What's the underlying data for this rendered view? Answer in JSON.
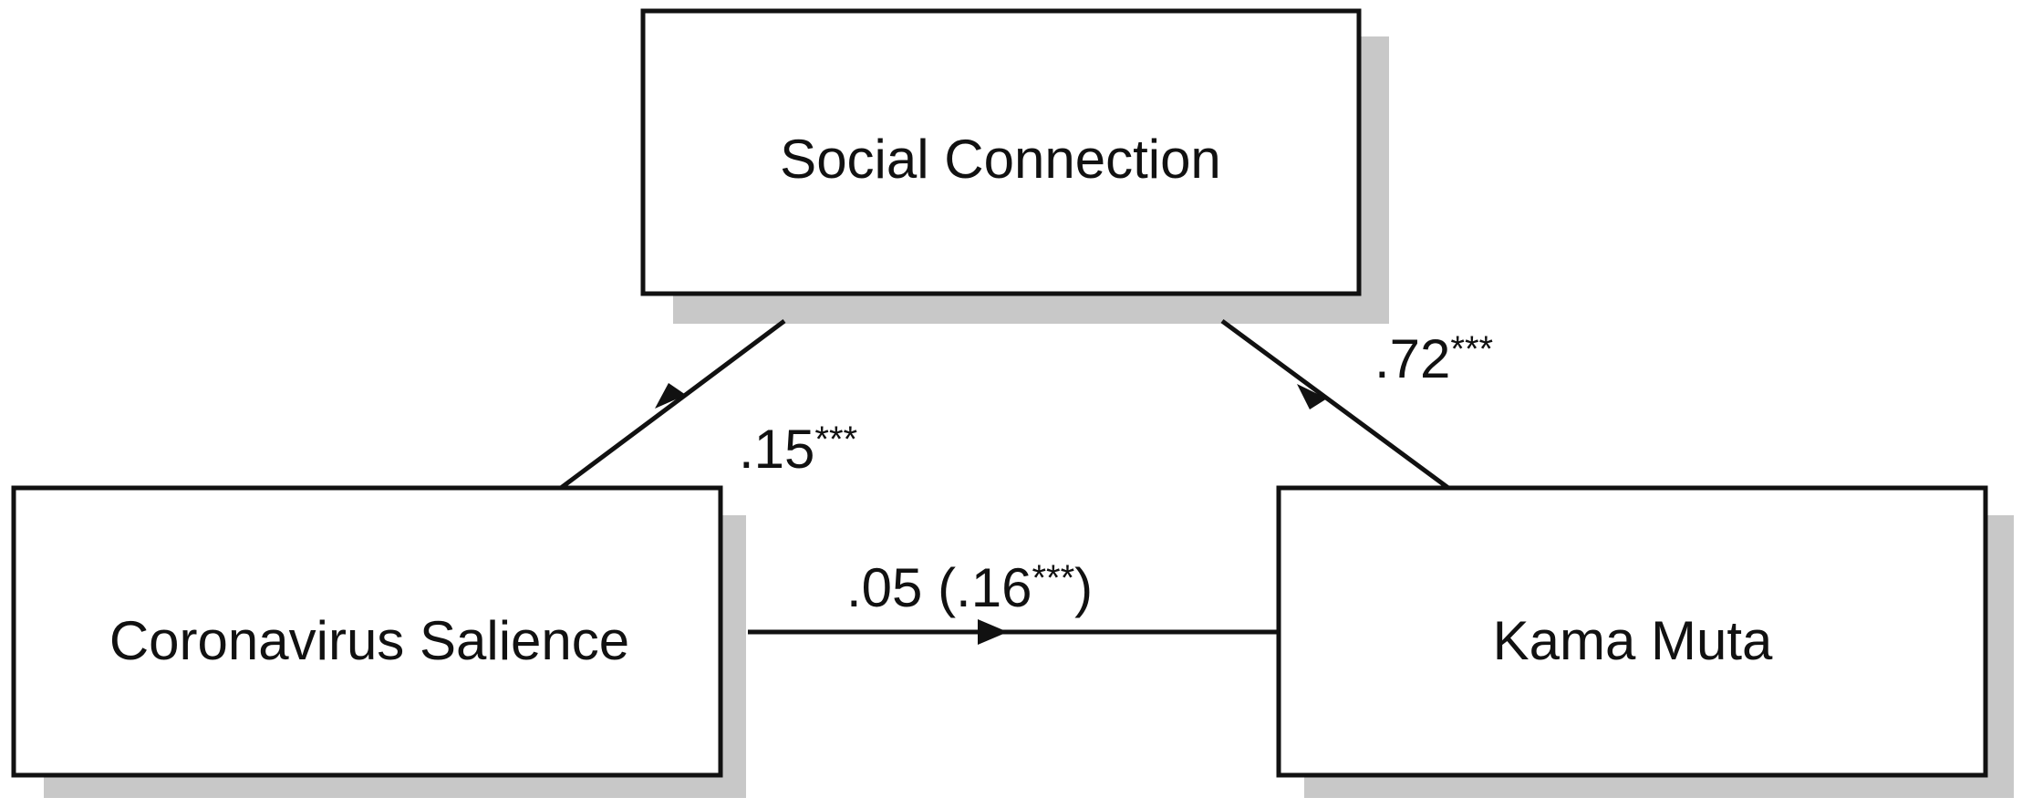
{
  "nodes": {
    "mediator": {
      "label": "Social Connection"
    },
    "predictor": {
      "label": "Coronavirus Salience"
    },
    "outcome": {
      "label": "Kama Muta"
    }
  },
  "paths": {
    "a": {
      "value": ".15",
      "stars": "***"
    },
    "b": {
      "value": ".72",
      "stars": "***"
    },
    "c": {
      "value": ".05 (.16",
      "stars": "***",
      "suffix": ")"
    }
  },
  "colors": {
    "stroke": "#111111",
    "shadow": "#c8c8c8",
    "background": "#ffffff"
  }
}
